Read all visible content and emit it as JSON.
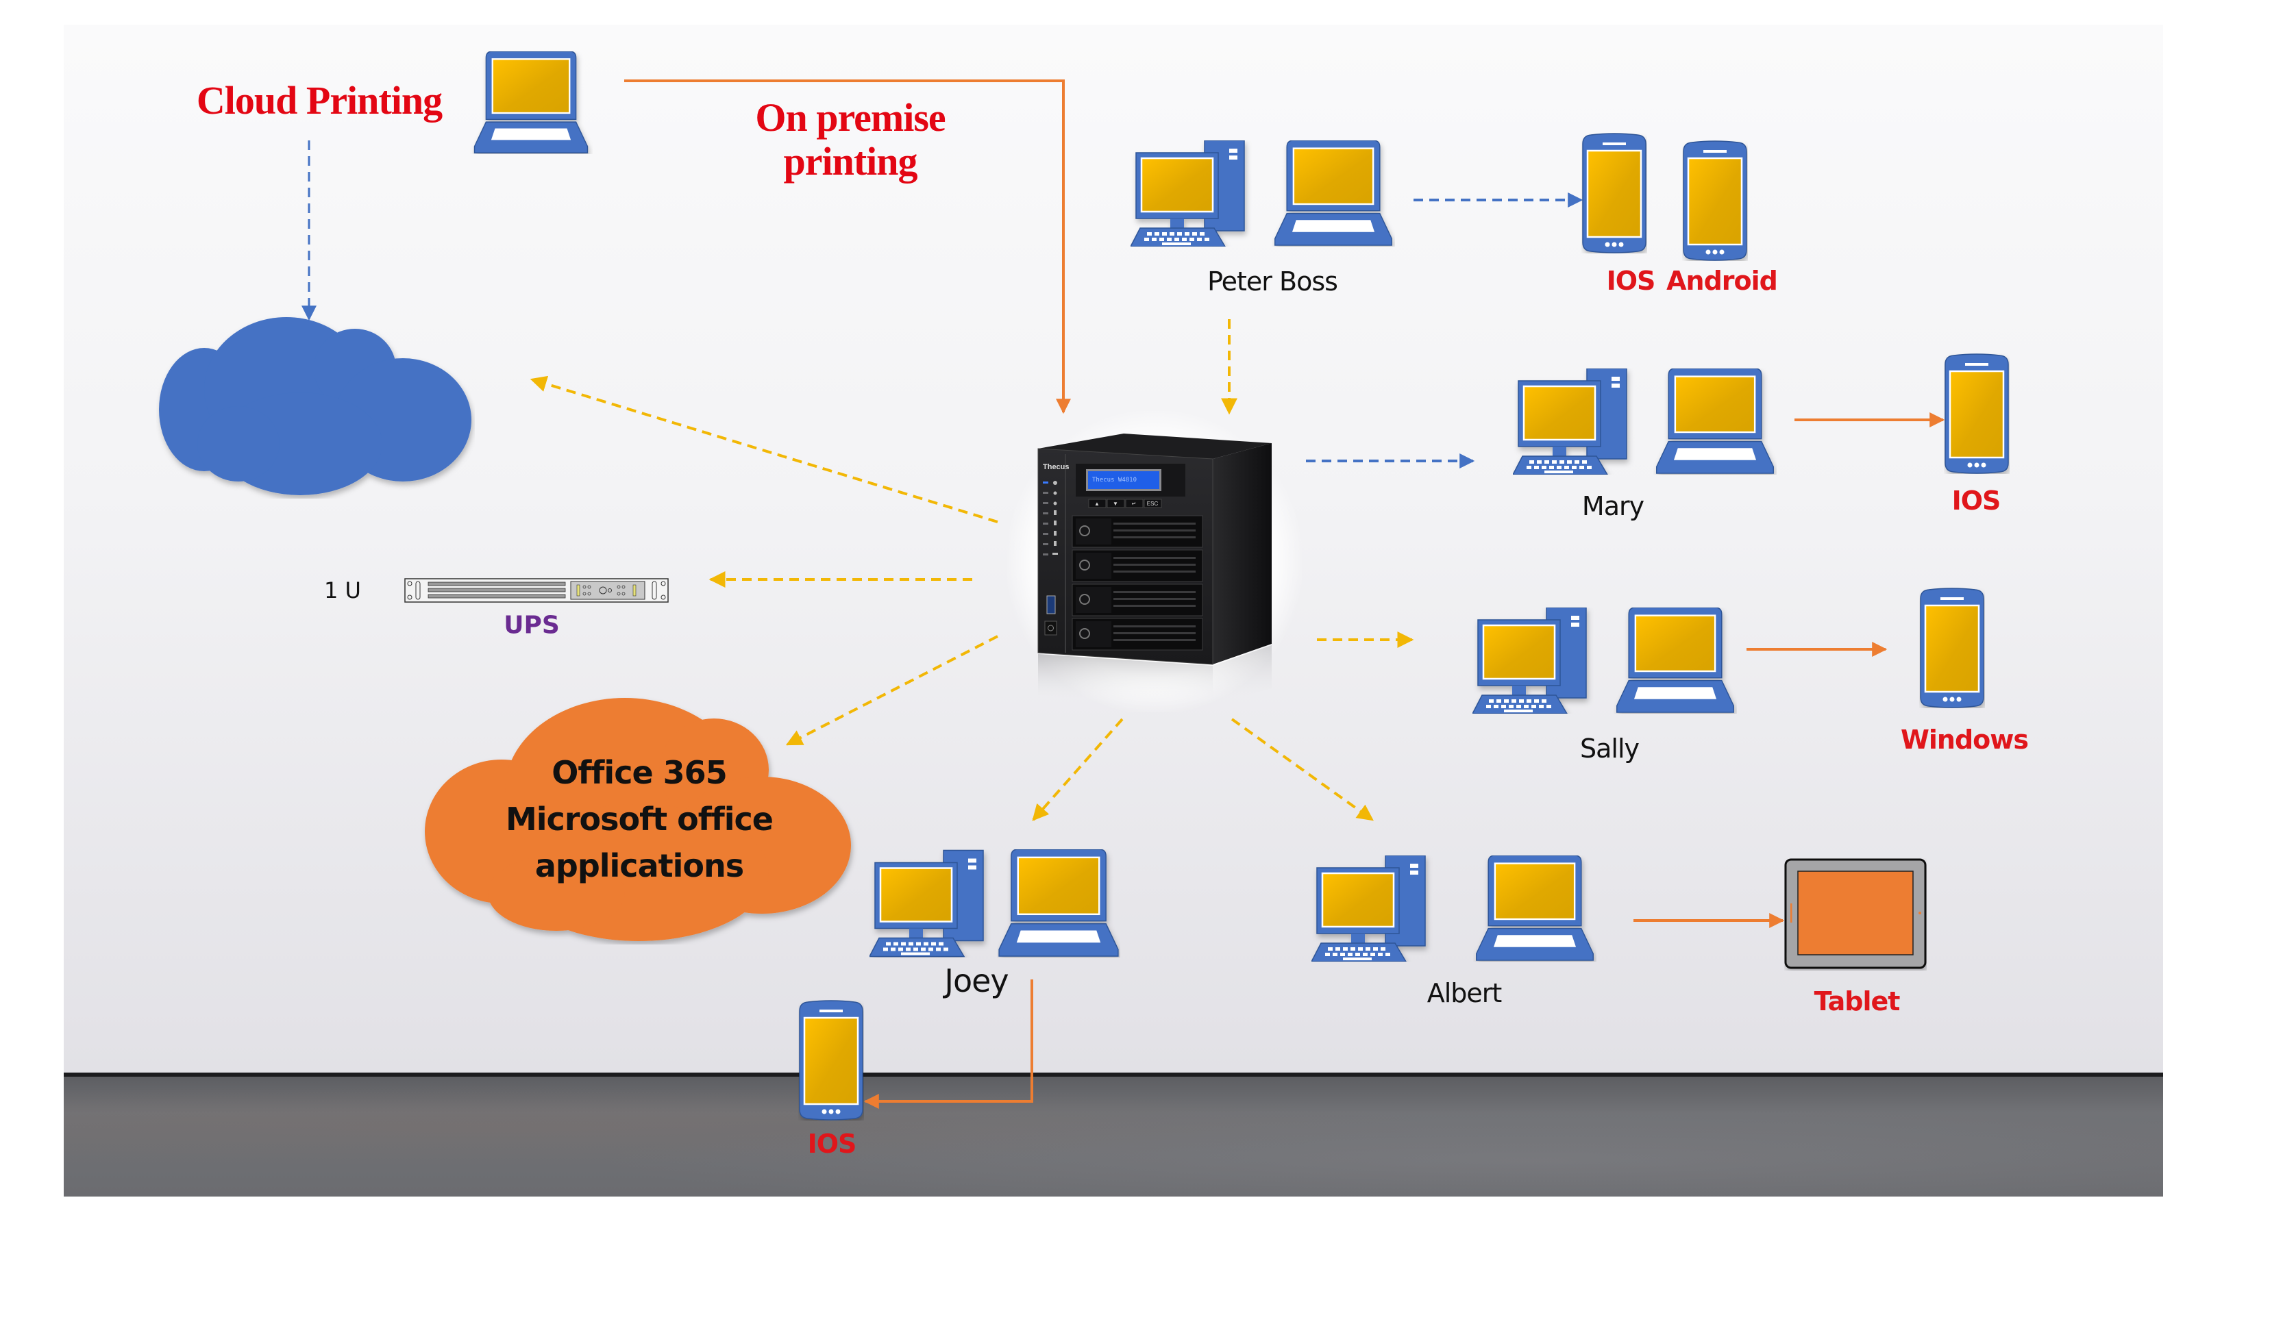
{
  "diagram": {
    "cloud_printing_label": "Cloud Printing",
    "on_premise_label_line1": "On premise",
    "on_premise_label_line2": "printing",
    "nas": {
      "brand": "Thecus",
      "lcd_text": "Thecus W4810",
      "buttons": [
        "▲",
        "▼",
        "↵",
        "ESC"
      ]
    },
    "ups": {
      "rack_size": "1 U",
      "label": "UPS"
    },
    "office_cloud": {
      "line1": "Office 365",
      "line2": "Microsoft office",
      "line3": "applications"
    },
    "users": [
      {
        "name": "Peter Boss",
        "devices": [
          "IOS",
          "Android"
        ]
      },
      {
        "name": "Mary",
        "devices": [
          "IOS"
        ]
      },
      {
        "name": "Sally",
        "devices": [
          "Windows"
        ]
      },
      {
        "name": "Joey",
        "devices": [
          "IOS"
        ]
      },
      {
        "name": "Albert",
        "devices": [
          "Tablet"
        ]
      }
    ],
    "colors": {
      "device_blue": "#4472c4",
      "screen_gold": "#e6ac00",
      "cloud_blue": "#4472c4",
      "cloud_orange": "#ed7d31",
      "arrow_orange": "#ed7d31",
      "arrow_yellow": "#f2b705",
      "arrow_blue": "#4472c4",
      "label_red": "#e0161b",
      "ups_purple": "#6a2b91"
    }
  }
}
